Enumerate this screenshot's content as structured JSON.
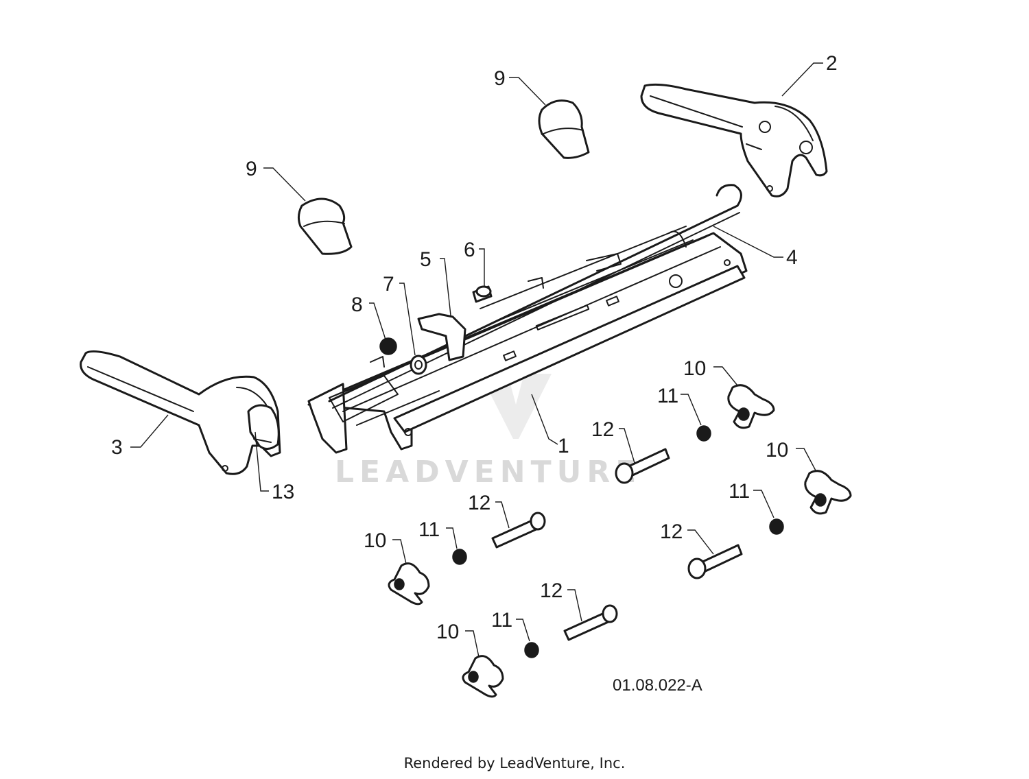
{
  "diagram": {
    "callouts": [
      {
        "id": "c1",
        "label": "1"
      },
      {
        "id": "c2",
        "label": "2"
      },
      {
        "id": "c3",
        "label": "3"
      },
      {
        "id": "c4",
        "label": "4"
      },
      {
        "id": "c5",
        "label": "5"
      },
      {
        "id": "c6",
        "label": "6"
      },
      {
        "id": "c7",
        "label": "7"
      },
      {
        "id": "c8",
        "label": "8"
      },
      {
        "id": "c9a",
        "label": "9"
      },
      {
        "id": "c9b",
        "label": "9"
      },
      {
        "id": "c10a",
        "label": "10"
      },
      {
        "id": "c10b",
        "label": "10"
      },
      {
        "id": "c10c",
        "label": "10"
      },
      {
        "id": "c10d",
        "label": "10"
      },
      {
        "id": "c11a",
        "label": "11"
      },
      {
        "id": "c11b",
        "label": "11"
      },
      {
        "id": "c11c",
        "label": "11"
      },
      {
        "id": "c11d",
        "label": "11"
      },
      {
        "id": "c12a",
        "label": "12"
      },
      {
        "id": "c12b",
        "label": "12"
      },
      {
        "id": "c12c",
        "label": "12"
      },
      {
        "id": "c12d",
        "label": "12"
      },
      {
        "id": "c13",
        "label": "13"
      }
    ],
    "drawing_code": "01.08.022-A",
    "watermark_text": "LEADVENTURE",
    "footer_text": "Rendered by LeadVenture, Inc."
  }
}
